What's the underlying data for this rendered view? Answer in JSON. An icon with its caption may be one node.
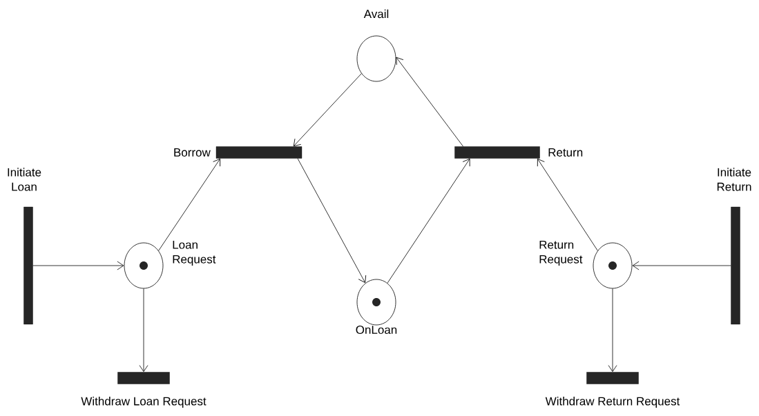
{
  "diagram": {
    "nodes": [
      {
        "text": [
          "Avail"
        ]
      },
      {
        "text": [
          "Borrow"
        ]
      },
      {
        "text": [
          "Return"
        ]
      },
      {
        "text": [
          "Initiate Loan"
        ]
      },
      {
        "text": [
          "Loan Request"
        ]
      },
      {
        "text": [
          "OnLoan"
        ]
      },
      {
        "text": [
          "Return Request"
        ]
      },
      {
        "text": [
          "Initiate Return"
        ]
      },
      {
        "text": [
          "Withdraw Loan Request"
        ]
      },
      {
        "text": [
          "Withdraw Return Request"
        ]
      }
    ],
    "edges": [
      {
        "from": 0,
        "to": 1,
        "arrow": "to"
      },
      {
        "from": 1,
        "to": 5,
        "arrow": "to"
      },
      {
        "from": 5,
        "to": 2,
        "arrow": "to"
      },
      {
        "from": 2,
        "to": 0,
        "arrow": "to"
      },
      {
        "from": 3,
        "to": 4,
        "arrow": "to"
      },
      {
        "from": 4,
        "to": 1,
        "arrow": "to"
      },
      {
        "from": 4,
        "to": 8,
        "arrow": "to"
      },
      {
        "from": 7,
        "to": 6,
        "arrow": "to"
      },
      {
        "from": 6,
        "to": 2,
        "arrow": "to"
      },
      {
        "from": 6,
        "to": 9,
        "arrow": "to"
      }
    ]
  }
}
